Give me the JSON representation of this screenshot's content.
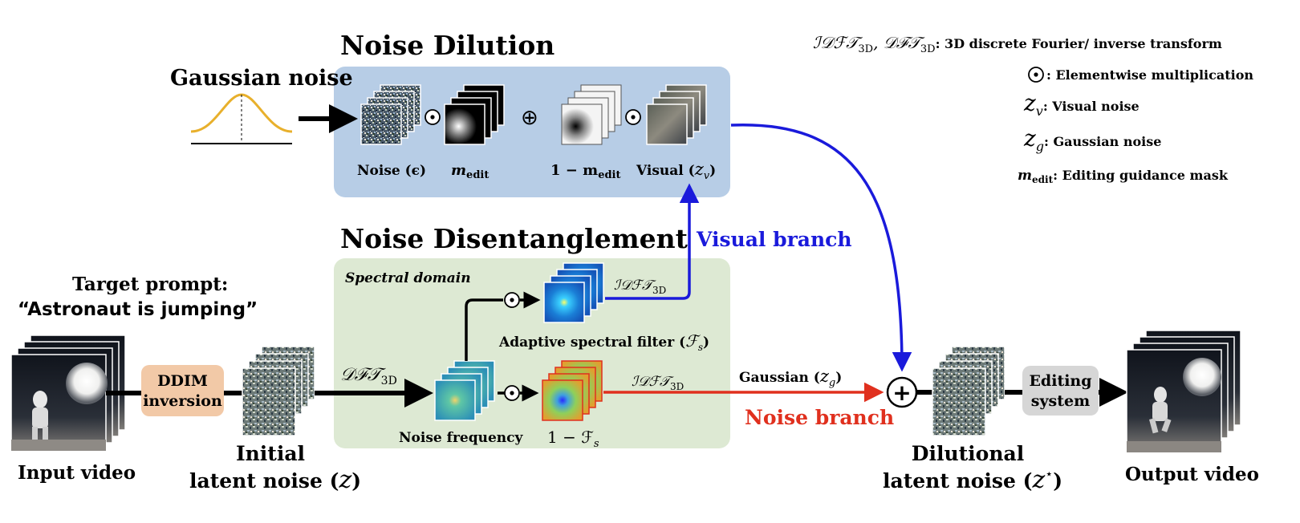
{
  "titles": {
    "dilution": "Noise Dilution",
    "disentangle": "Noise Disentanglement"
  },
  "gaussian_source": "Gaussian noise",
  "target_prompt": {
    "label": "Target prompt:",
    "text": "“Astronaut is jumping”"
  },
  "dilution_labels": {
    "noise": "Noise (ϵ)",
    "mask": "m",
    "mask_sub": "edit",
    "one_minus": "1 − m",
    "one_minus_sub": "edit",
    "visual": "Visual (",
    "visual_var": "z",
    "visual_sub": "v",
    "visual_close": ")"
  },
  "operators": {
    "odot": "⊙",
    "oplus": "⊕",
    "plus": "+"
  },
  "spectral": {
    "domain": "Spectral domain",
    "dft": "𝒟ℱ𝒯",
    "dft_sub": "3D",
    "idft": "ℐ𝒟ℱ𝒯",
    "idft_sub": "3D",
    "filter_label": "Adaptive spectral filter (",
    "filter_var": "ℱ",
    "filter_sub": "s",
    "filter_close": ")",
    "noise_freq": "Noise frequency",
    "one_minus_f": "1 − ℱ",
    "one_minus_f_sub": "s"
  },
  "branches": {
    "visual": "Visual branch",
    "noise": "Noise branch",
    "gaussian": "Gaussian (",
    "gaussian_var": "z",
    "gaussian_sub": "g",
    "gaussian_close": ")"
  },
  "pipeline": {
    "input_video": "Input video",
    "ddim_line1": "DDIM",
    "ddim_line2": "inversion",
    "initial_line1": "Initial",
    "initial_line2": "latent noise (",
    "initial_var": "z",
    "initial_close": ")",
    "dilutional_line1": "Dilutional",
    "dilutional_line2": "latent noise (",
    "dilutional_var": "z",
    "dilutional_sup": "⋆",
    "dilutional_close": ")",
    "editing_line1": "Editing",
    "editing_line2": "system",
    "output_video": "Output video"
  },
  "legend": {
    "line1_pre": "ℐ𝒟ℱ𝒯",
    "line1_sub1": "3D",
    "line1_mid": ", 𝒟ℱ𝒯",
    "line1_sub2": "3D",
    "line1_text": ": 3D discrete Fourier/ inverse transform",
    "line2_text": ": Elementwise multiplication",
    "line3_var": "z",
    "line3_sub": "v",
    "line3_text": ": Visual noise",
    "line4_var": "z",
    "line4_sub": "g",
    "line4_text": ": Gaussian noise",
    "line5_var": "m",
    "line5_sub": "edit",
    "line5_text": ": Editing guidance mask"
  },
  "colors": {
    "dilution_bg": "#b7cde6",
    "disentangle_bg": "#dde9d3",
    "ddim_box": "#f2c9a7",
    "editing_box": "#d6d6d6",
    "visual_branch": "#1a1adb",
    "noise_branch": "#e0301e",
    "gaussian_curve": "#e8b02c",
    "arrow_black": "#000000"
  }
}
